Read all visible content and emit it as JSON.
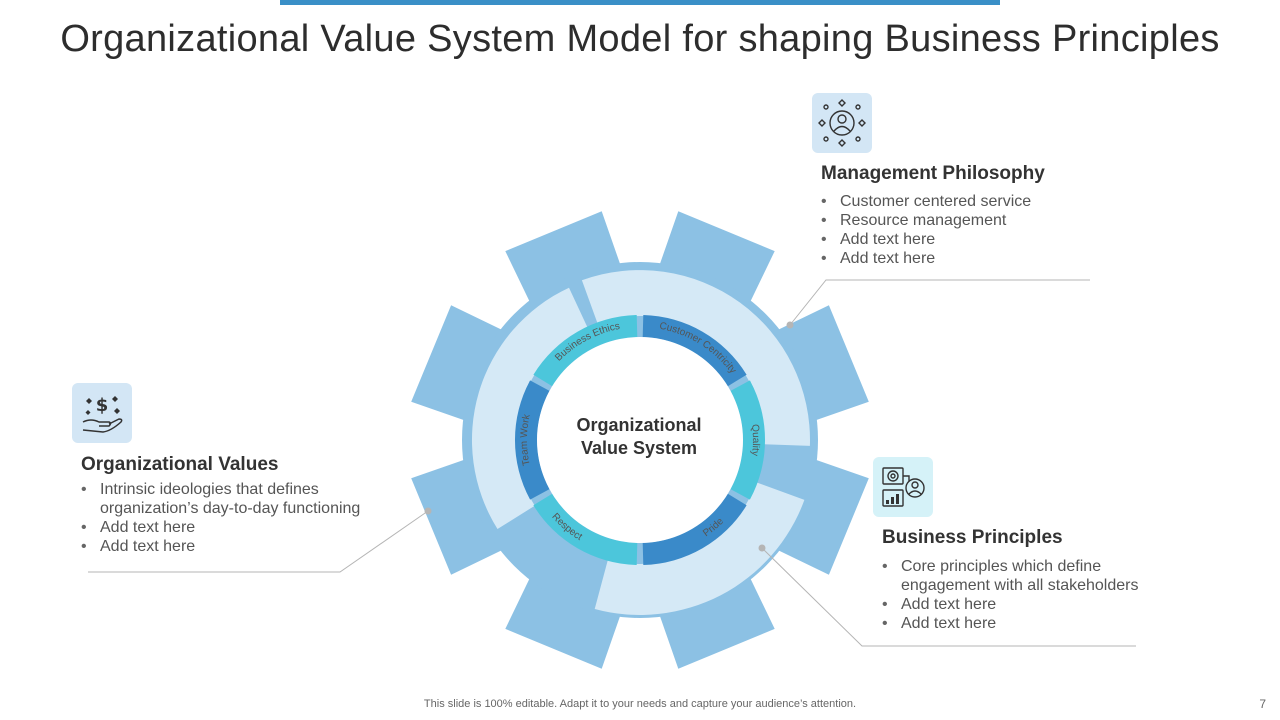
{
  "slide": {
    "title": "Organizational Value System Model for shaping Business Principles",
    "footer": "This slide is 100% editable. Adapt it to your needs and capture your audience’s attention.",
    "page_number": "7"
  },
  "diagram": {
    "center_line1": "Organizational",
    "center_line2": "Value System",
    "segments": [
      "Business Ethics",
      "Customer Centricity",
      "Quality",
      "Pride",
      "Respect",
      "Team Work"
    ]
  },
  "sections": {
    "management": {
      "title": "Management Philosophy",
      "bullets": [
        "Customer centered service",
        "Resource management",
        "Add text here",
        "Add text here"
      ]
    },
    "values": {
      "title": "Organizational Values",
      "bullets": [
        "Intrinsic ideologies that defines organization’s day-to-day functioning",
        "Add text here",
        "Add text here"
      ]
    },
    "principles": {
      "title": "Business Principles",
      "bullets": [
        "Core principles which define engagement with all stakeholders",
        "Add text here",
        "Add text here"
      ]
    }
  },
  "colors": {
    "accent": "#3a8fc7",
    "gear": "#8cc1e4",
    "light_ring": "#d5e9f6",
    "dark_arc": "#3a8ac9",
    "cyan_arc": "#4cc6db"
  }
}
